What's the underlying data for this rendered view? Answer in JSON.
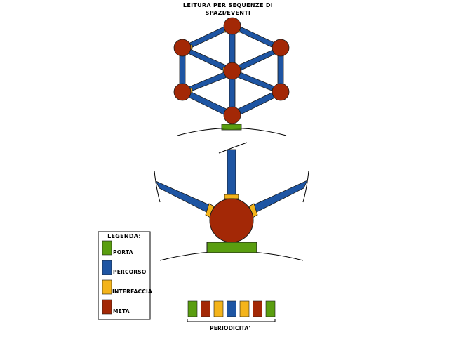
{
  "title_line1": "LEITURA PER SEQUENZE DI",
  "title_line2": "SPAZI/EVENTI",
  "legend": {
    "title": "LEGENDA:",
    "items": [
      {
        "label": "PORTA",
        "color": "#5a9e10"
      },
      {
        "label": "PERCORSO",
        "color": "#1e55a3"
      },
      {
        "label": "INTERFACCIA",
        "color": "#f4b41a"
      },
      {
        "label": "META",
        "color": "#a32806"
      }
    ]
  },
  "periodicity": {
    "label": "PERIODICITA'",
    "sequence": [
      "porta",
      "meta",
      "interfaccia",
      "percorso",
      "interfaccia",
      "meta",
      "porta"
    ]
  },
  "colors": {
    "porta": "#5a9e10",
    "percorso": "#1e55a3",
    "interfaccia": "#f4b41a",
    "meta": "#a32806",
    "outline": "#1a1a1a"
  }
}
